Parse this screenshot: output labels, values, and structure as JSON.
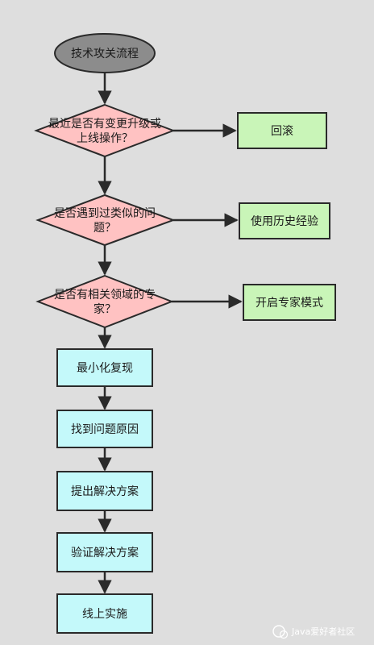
{
  "start": {
    "label": "技术攻关流程"
  },
  "decisions": [
    {
      "lines": [
        "最近是否有变更升级或",
        "上线操作？"
      ],
      "action": "回滚"
    },
    {
      "lines": [
        "是否遇到过类似的问",
        "题？"
      ],
      "action": "使用历史经验"
    },
    {
      "lines": [
        "是否有相关领域的专",
        "家？"
      ],
      "action": "开启专家模式"
    }
  ],
  "steps": [
    "最小化复现",
    "找到问题原因",
    "提出解决方案",
    "验证解决方案",
    "线上实施"
  ],
  "watermark": {
    "text": "Java爱好者社区"
  },
  "colors": {
    "background": "#dedede",
    "start_fill": "#8c8c8c",
    "decision_fill": "#ffc2c2",
    "action_fill": "#c9f5b8",
    "step_fill": "#c4f9fa",
    "stroke": "#2a2a2a"
  }
}
